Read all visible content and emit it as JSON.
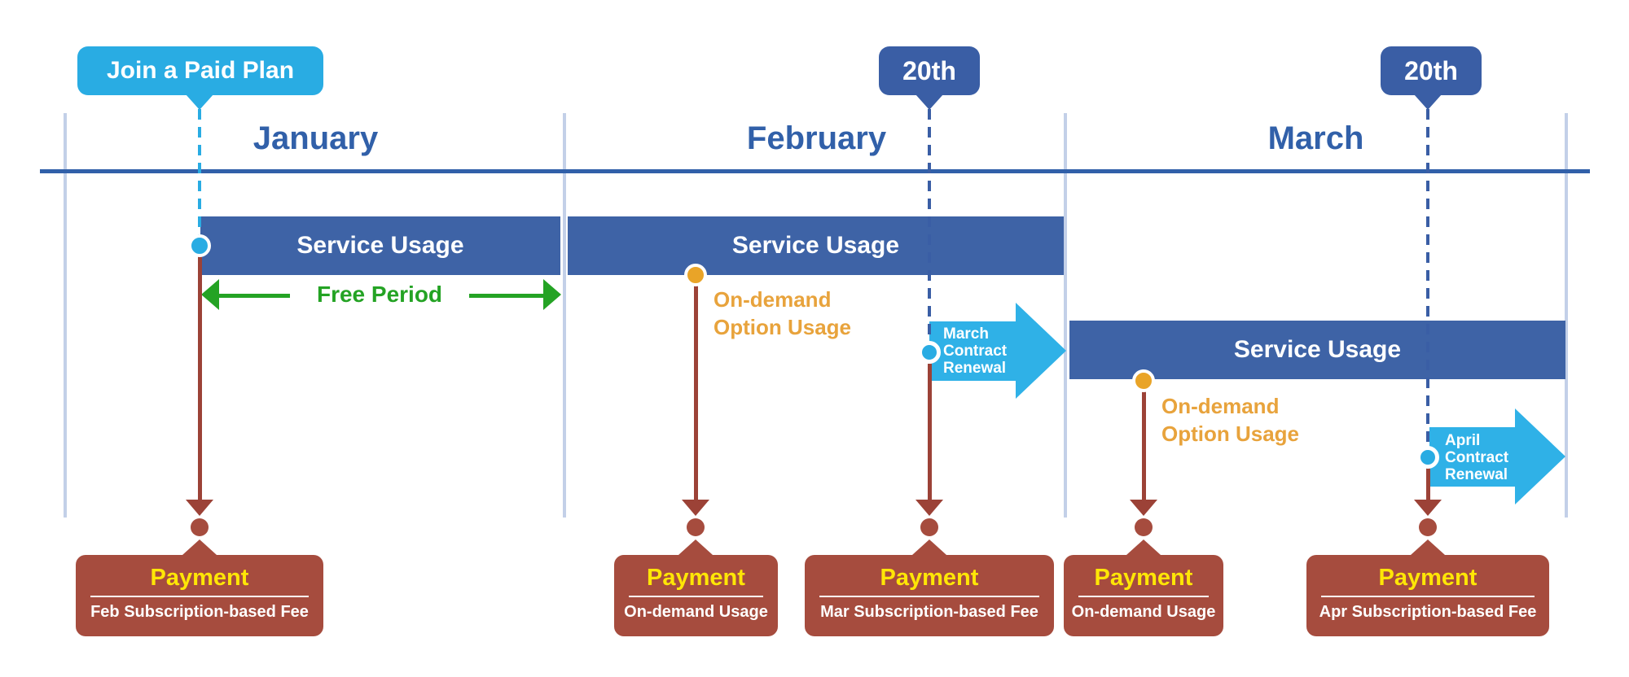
{
  "badges": {
    "join": "Join a Paid Plan",
    "feb_20th": "20th",
    "mar_20th": "20th"
  },
  "months": [
    {
      "label": "January"
    },
    {
      "label": "February"
    },
    {
      "label": "March"
    }
  ],
  "usage_bars": [
    {
      "label": "Service Usage"
    },
    {
      "label": "Service Usage"
    },
    {
      "label": "Service Usage"
    }
  ],
  "free_period": {
    "label": "Free Period"
  },
  "on_demand": [
    {
      "line1": "On-demand",
      "line2": "Option Usage"
    },
    {
      "line1": "On-demand",
      "line2": "Option Usage"
    }
  ],
  "renewals": [
    {
      "line1": "March",
      "line2": "Contract",
      "line3": "Renewal"
    },
    {
      "line1": "April",
      "line2": "Contract",
      "line3": "Renewal"
    }
  ],
  "payments": [
    {
      "title": "Payment",
      "detail": "Feb Subscription-based Fee"
    },
    {
      "title": "Payment",
      "detail": "On-demand Usage"
    },
    {
      "title": "Payment",
      "detail": "Mar Subscription-based Fee"
    },
    {
      "title": "Payment",
      "detail": "On-demand Usage"
    },
    {
      "title": "Payment",
      "detail": "Apr Subscription-based Fee"
    }
  ],
  "colors": {
    "navy": "#3160A9",
    "badge_navy": "#3A5EA5",
    "bar_blue": "#3E63A6",
    "cyan": "#29ACE3",
    "arrow_cyan": "#2FB1E7",
    "green": "#24A324",
    "orange": "#E8A33C",
    "orange_dot": "#E9A428",
    "brick": "#A64C3E",
    "brick_line": "#9C4237",
    "yellow": "#FFE606",
    "divider": "#C3D0E8"
  }
}
